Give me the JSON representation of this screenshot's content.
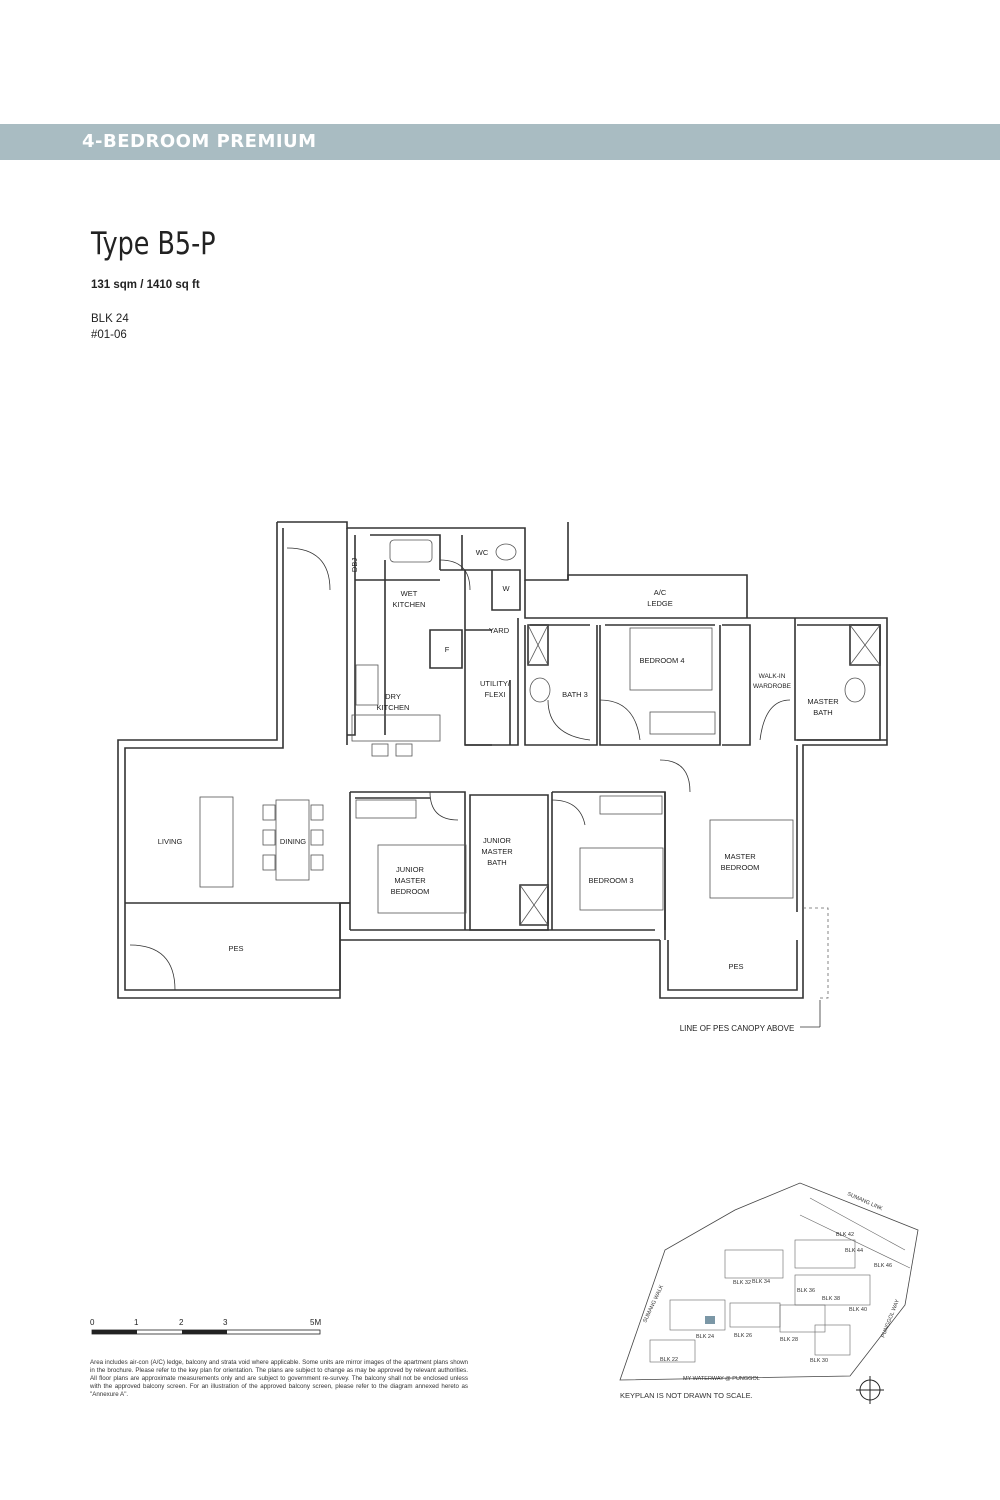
{
  "header": {
    "banner": "4-BEDROOM PREMIUM"
  },
  "unit_type": {
    "title": "Type B5-P",
    "area": "131 sqm / 1410 sq ft",
    "block": "BLK 24",
    "unit_no": "#01-06"
  },
  "rooms": {
    "dbj": "DBJ",
    "wc": "WC",
    "w": "W",
    "wet_kitchen": [
      "WET",
      "KITCHEN"
    ],
    "f": "F",
    "yard": "YARD",
    "utility": [
      "UTILITY/",
      "FLEXI"
    ],
    "dry_kitchen": [
      "DRY",
      "KITCHEN"
    ],
    "ac_ledge": [
      "A/C",
      "LEDGE"
    ],
    "bath3": "BATH 3",
    "bedroom4": "BEDROOM 4",
    "walkin": [
      "WALK-IN",
      "WARDROBE"
    ],
    "master_bath": [
      "MASTER",
      "BATH"
    ],
    "living": "LIVING",
    "dining": "DINING",
    "junior_master_bedroom": [
      "JUNIOR",
      "MASTER",
      "BEDROOM"
    ],
    "junior_master_bath": [
      "JUNIOR",
      "MASTER",
      "BATH"
    ],
    "bedroom3": "BEDROOM 3",
    "master_bedroom": [
      "MASTER",
      "BEDROOM"
    ],
    "pes_left": "PES",
    "pes_right": "PES",
    "canopy_note": "LINE OF PES CANOPY ABOVE"
  },
  "scale_bar": {
    "ticks": [
      "0",
      "1",
      "2",
      "3",
      "5M"
    ]
  },
  "disclaimer": "Area includes air-con (A/C) ledge, balcony and strata void where applicable. Some units are mirror images of the apartment plans shown in the brochure. Please refer to the key plan for orientation. The plans are subject to change as may be approved by relevant authorities. All floor plans are approximate measurements only and are subject to government re-survey. The balcony shall not be enclosed unless with the approved balcony screen. For an illustration of the approved balcony screen, please refer to the diagram annexed hereto as \"Annexure A\".",
  "keyplan": {
    "roads": {
      "sumang_link": "SUMANG LINK",
      "sumang_walk": "SUMANG WALK",
      "punggol_way": "PUNGGOL WAY",
      "my_waterway": "MY WATERWAY @ PUNGGOL"
    },
    "blocks": [
      "BLK 42",
      "BLK 44",
      "BLK 46",
      "BLK 32",
      "BLK 34",
      "BLK 36",
      "BLK 38",
      "BLK 40",
      "BLK 24",
      "BLK 26",
      "BLK 28",
      "BLK 22",
      "BLK 30"
    ],
    "note": "KEYPLAN IS NOT DRAWN TO SCALE.",
    "highlight_color": "#7b97a6"
  },
  "colors": {
    "banner": "#a9bcc2",
    "wall": "#333333"
  }
}
